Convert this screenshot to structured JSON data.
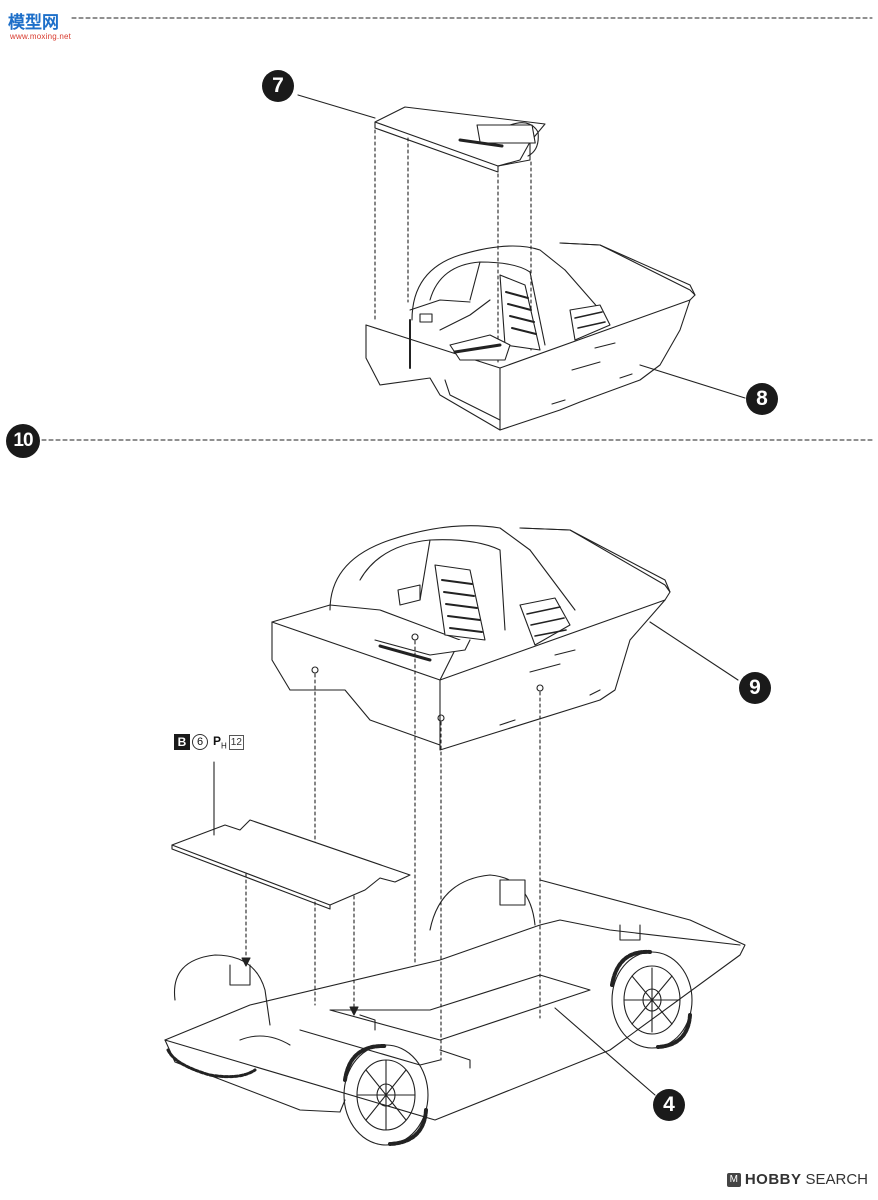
{
  "site_logo": {
    "chars": "模型网",
    "url": "www.moxing.net"
  },
  "steps": {
    "step_10": "10"
  },
  "callouts": {
    "c7": "7",
    "c8": "8",
    "c9": "9",
    "c4": "4"
  },
  "paint_code": {
    "letter": "B",
    "number": "6",
    "ph_main": "P",
    "ph_sub": "H",
    "ph_number": "12"
  },
  "watermark": {
    "icon_letter": "M",
    "brand": "HOBBY",
    "suffix": "SEARCH"
  },
  "colors": {
    "line": "#222222",
    "badge": "#1a1a1a",
    "logo_blue": "#1d6fc9",
    "logo_red": "#d83a2e"
  }
}
